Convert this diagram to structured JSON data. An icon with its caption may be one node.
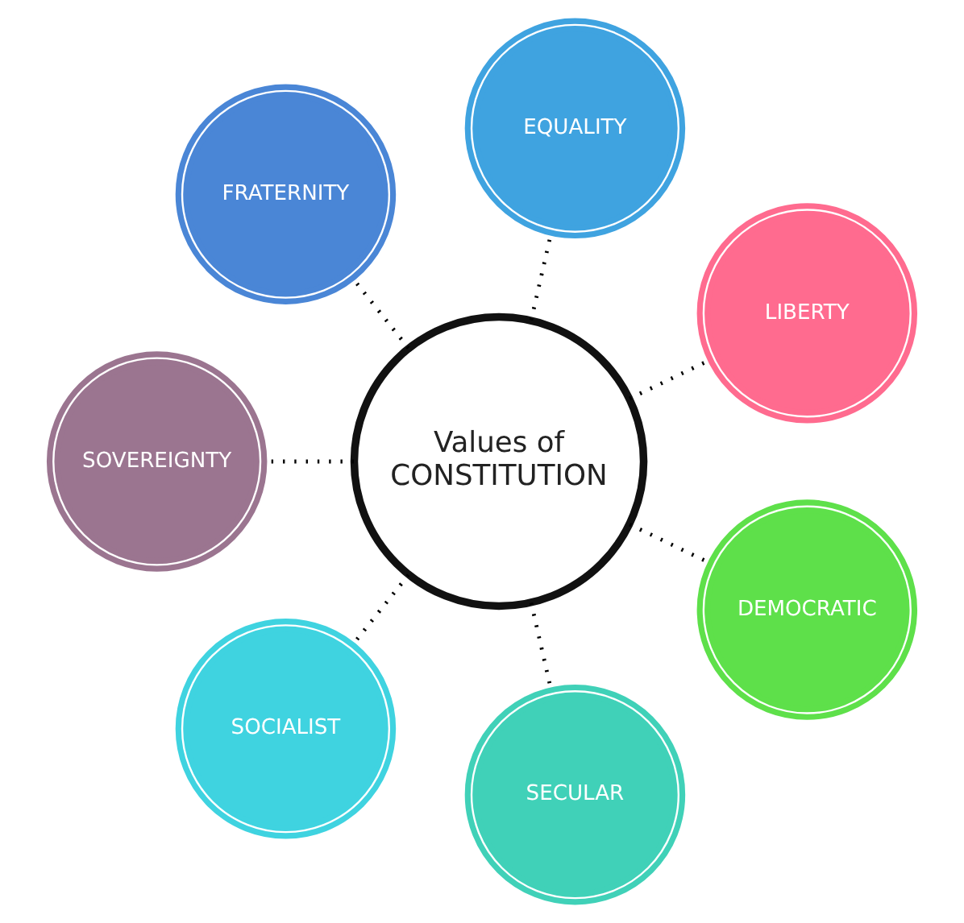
{
  "diagram": {
    "nodes": [
      {
        "text": [
          "Values of CONSTITUTION"
        ]
      },
      {
        "text": [
          "LIBERTY"
        ]
      },
      {
        "text": [
          "EQUALITY"
        ]
      },
      {
        "text": [
          "FRATERNITY"
        ]
      },
      {
        "text": [
          "SOVEREIGNTY"
        ]
      },
      {
        "text": [
          "SOCIALIST"
        ]
      },
      {
        "text": [
          "SECULAR"
        ]
      },
      {
        "text": [
          "DEMOCRATIC"
        ]
      }
    ],
    "edges": [
      {
        "from": 0,
        "to": 1,
        "arrow": "none"
      },
      {
        "from": 0,
        "to": 2,
        "arrow": "none"
      },
      {
        "from": 0,
        "to": 3,
        "arrow": "none"
      },
      {
        "from": 0,
        "to": 4,
        "arrow": "none"
      },
      {
        "from": 0,
        "to": 5,
        "arrow": "none"
      },
      {
        "from": 0,
        "to": 6,
        "arrow": "none"
      },
      {
        "from": 0,
        "to": 7,
        "arrow": "none"
      }
    ]
  }
}
